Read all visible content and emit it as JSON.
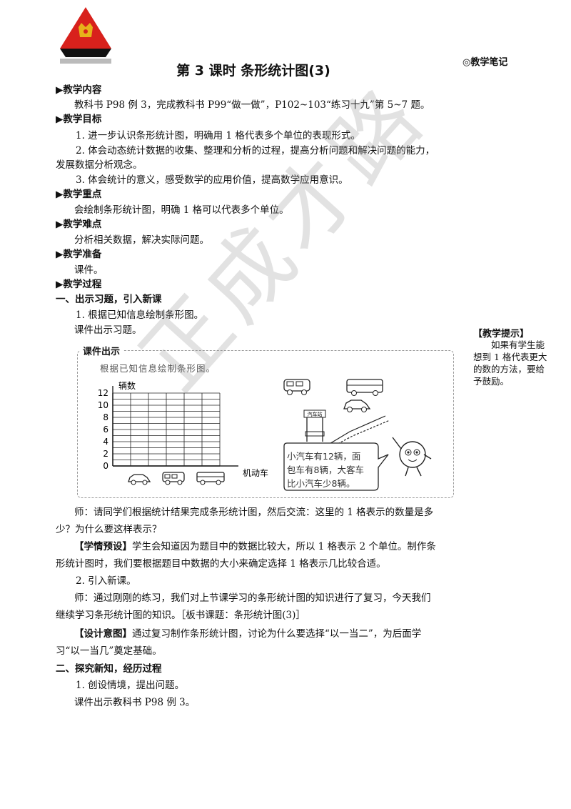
{
  "header": {
    "notes_label": "◎教学笔记",
    "title": "第 3 课时  条形统计图(3)"
  },
  "sections": {
    "content_head": "▶教学内容",
    "content_text": "教科书 P98 例 3，完成教科书 P99“做一做”，P102~103“练习十九”第 5~7 题。",
    "goals_head": "▶教学目标",
    "goal1": "1. 进一步认识条形统计图，明确用 1 格代表多个单位的表现形式。",
    "goal2a": "2. 体会动态统计数据的收集、整理和分析的过程，提高分析问题和解决问题的能力，",
    "goal2b": "发展数据分析观念。",
    "goal3": "3. 体会统计的意义，感受数学的应用价值，提高数学应用意识。",
    "key_head": "▶教学重点",
    "key_text": "会绘制条形统计图，明确 1 格可以代表多个单位。",
    "diff_head": "▶教学难点",
    "diff_text": "分析相关数据，解决实际问题。",
    "prep_head": "▶教学准备",
    "prep_text": "课件。",
    "proc_head": "▶教学过程",
    "part1_head": "一、出示习题，引入新课",
    "p1_1": "1. 根据已知信息绘制条形图。",
    "p1_2": "课件出示习题。",
    "t1a": "师：请同学们根据统计结果完成条形统计图，然后交流：这里的 1 格表示的数量是多",
    "t1b": "少？为什么要这样表示？",
    "pre_label": "【学情预设】",
    "pre_a": "学生会知道因为题目中的数据比较大，所以 1 格表示 2 个单位。制作条",
    "pre_b": "形统计图时，我们要根据题目中数据的大小来确定选择 1 格表示几比较合适。",
    "p1_3": "2. 引入新课。",
    "t2a": "师：通过刚刚的练习，我们对上节课学习的条形统计图的知识进行了复习，今天我们",
    "t2b": "继续学习条形统计图的知识。［板书课题：条形统计图(3)］",
    "intent_label": "【设计意图】",
    "intent_a": "通过复习制作条形统计图，讨论为什么要选择“以一当二”，为后面学",
    "intent_b": "习“以一当几”奠定基础。",
    "part2_head": "二、探究新知，经历过程",
    "p2_1": "1. 创设情境，提出问题。",
    "p2_2": "课件出示教科书 P98 例 3。"
  },
  "tip": {
    "head": "【教学提示】",
    "body": "如果有学生能想到 1 格代表更大的数的方法，要给予鼓励。"
  },
  "panel": {
    "tab": "课件出示",
    "caption": "根据已知信息绘制条形图。",
    "bubble1": "小汽车有12辆，面",
    "bubble2": "包车有8辆，大客车",
    "bubble3": "比小汽车少8辆。",
    "station_sign": "汽车站"
  },
  "chart_data": {
    "type": "bar",
    "ylabel": "辆数",
    "xlabel": "机动车",
    "yticks": [
      "0",
      "2",
      "4",
      "6",
      "8",
      "10",
      "12"
    ],
    "ylim": [
      0,
      12
    ],
    "categories": [
      "car",
      "van",
      "bus"
    ],
    "values": [],
    "grid": true
  },
  "watermark": "正成才路",
  "colors": {
    "logo_red": "#d8211c",
    "logo_black": "#111111",
    "logo_gold": "#e7b21a"
  }
}
